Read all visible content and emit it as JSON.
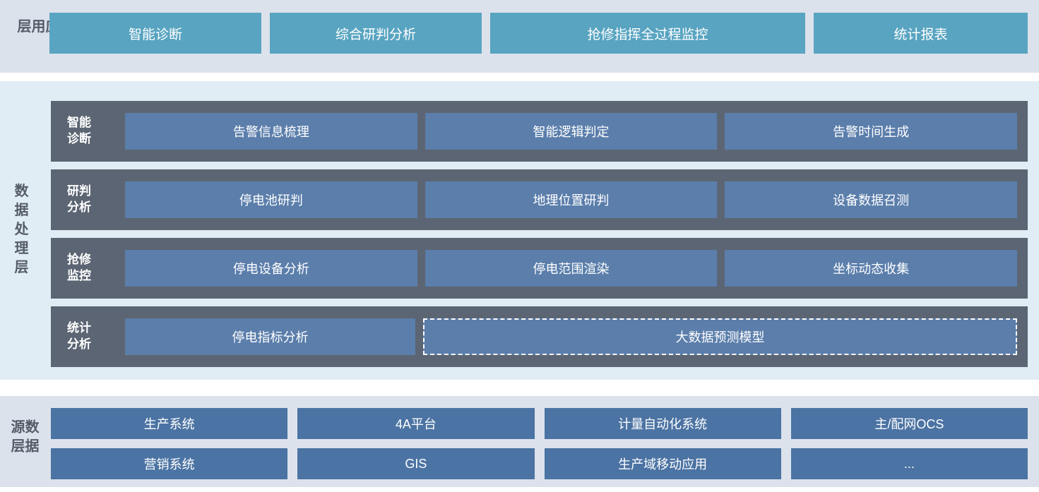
{
  "colors": {
    "band_gray": "#dce2eb",
    "band_blue": "#e1edf4",
    "app_button_teal": "#58a4c1",
    "row_dark_slate": "#5c6573",
    "processing_button_blue": "#5b7eab",
    "source_button_blue": "#4b73a3",
    "layer_label_text": "#555c69",
    "button_text": "#ffffff"
  },
  "application_layer": {
    "label": "应用层",
    "items": [
      "智能诊断",
      "综合研判分析",
      "抢修指挥全过程监控",
      "统计报表"
    ]
  },
  "processing_layer": {
    "label": "数据处理层",
    "rows": [
      {
        "label": "智能诊断",
        "items": [
          "告警信息梳理",
          "智能逻辑判定",
          "告警时间生成"
        ]
      },
      {
        "label": "研判分析",
        "items": [
          "停电池研判",
          "地理位置研判",
          "设备数据召测"
        ]
      },
      {
        "label": "抢修监控",
        "items": [
          "停电设备分析",
          "停电范围渲染",
          "坐标动态收集"
        ]
      },
      {
        "label": "统计分析",
        "items": [
          "停电指标分析",
          "大数据预测模型"
        ]
      }
    ]
  },
  "source_layer": {
    "label": "数据源层",
    "rows": [
      [
        "生产系统",
        "4A平台",
        "计量自动化系统",
        "主/配网OCS"
      ],
      [
        "营销系统",
        "GIS",
        "生产域移动应用",
        "..."
      ]
    ]
  }
}
